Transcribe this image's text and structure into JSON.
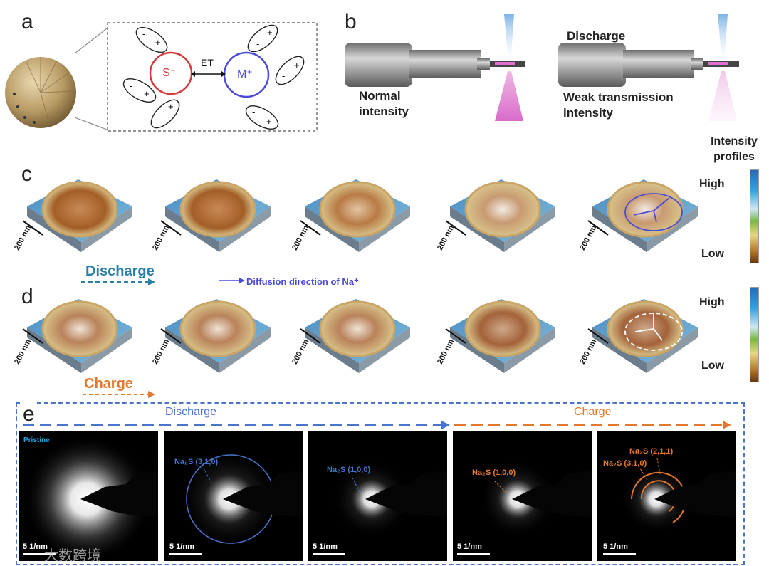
{
  "panels": {
    "a": "a",
    "b": "b",
    "c": "c",
    "d": "d",
    "e": "e"
  },
  "panel_a": {
    "anion": "S⁻",
    "cation": "M⁺",
    "transfer": "ET",
    "plus": "+",
    "minus": "-"
  },
  "panel_b": {
    "normal_label": "Normal intensity",
    "discharge_label": "Discharge",
    "weak_label": "Weak transmission intensity"
  },
  "colorbar": {
    "title": "Intensity profiles",
    "high": "High",
    "low": "Low"
  },
  "panel_c": {
    "scale": "200 nm",
    "process": "Discharge",
    "diffusion": "Diffusion direction of Na⁺"
  },
  "panel_d": {
    "scale": "200 nm",
    "process": "Charge"
  },
  "panel_e": {
    "discharge": "Discharge",
    "charge": "Charge",
    "pristine": "Pristine",
    "scale": "5 1/nm",
    "labels": [
      "Na₂S (3,1,0)",
      "Na₂S (1,0,0)",
      "Na₂S (1,0,0)",
      "Na₂S (2,1,1)",
      "Na₂S (3,1,0)"
    ]
  },
  "watermark": "大数跨境",
  "colors": {
    "red": "#d43a3a",
    "blue": "#4b4bd8",
    "orange": "#e2782b",
    "teal": "#2a7fa6",
    "eblue": "#4a74c9"
  }
}
